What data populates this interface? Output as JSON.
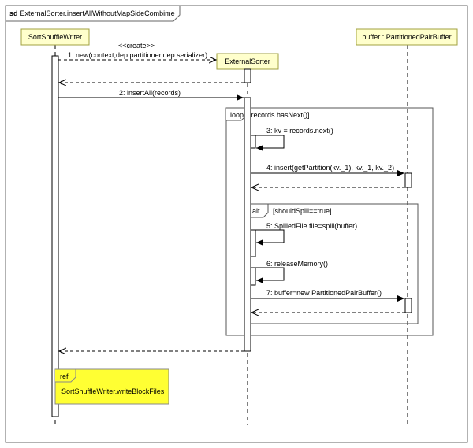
{
  "frame": {
    "keyword": "sd",
    "title": "ExternalSorter.insertAllWithoutMapSideCombime"
  },
  "colors": {
    "participant_fill": "#ffffcc",
    "participant_border": "#a0a040",
    "ref_fill": "#ffff33",
    "line": "#000000",
    "fragment_border": "#555555"
  },
  "participants": {
    "writer": "SortShuffleWriter",
    "sorter": "ExternalSorter",
    "buffer": "buffer : PartitionedPairBuffer"
  },
  "messages": {
    "stereotype_create": "<<create>>",
    "m1": "1: new(context,dep.partitioner,dep.serializer)",
    "m2": "2: insertAll(records)",
    "m3": "3: kv = records.next()",
    "m4": "4: insert(getPartition(kv._1), kv._1, kv._2)",
    "m5": "5: SpilledFile file=spill(buffer)",
    "m6": "6: releaseMemory()",
    "m7": "7: buffer=new PartitionedPairBuffer()"
  },
  "fragments": {
    "loop_operator": "loop",
    "loop_guard": "[records.hasNext()]",
    "alt_operator": "alt",
    "alt_guard": "[shouldSpill==true]",
    "ref_operator": "ref",
    "ref_text": "SortShuffleWriter.writeBlockFiles"
  }
}
